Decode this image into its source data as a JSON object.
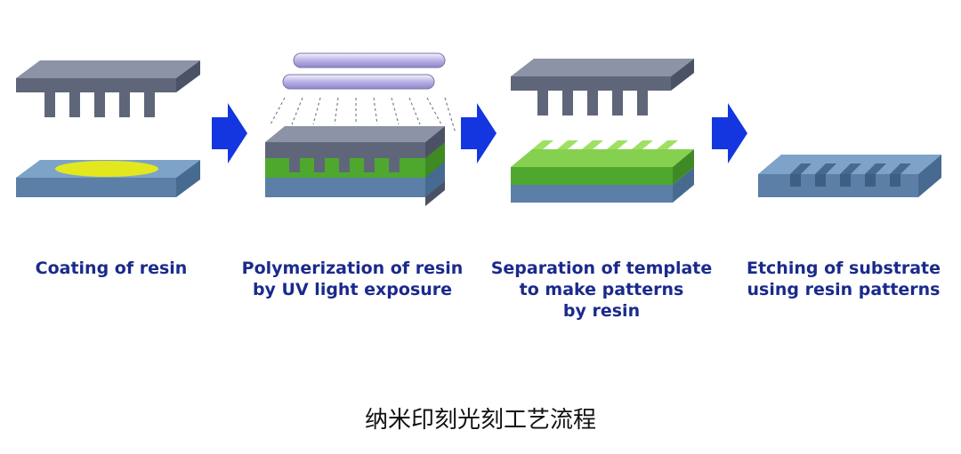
{
  "steps": [
    {
      "label": "Coating of resin"
    },
    {
      "label": "Polymerization of resin\nby UV light exposure"
    },
    {
      "label": "Separation of template\nto make patterns\nby resin"
    },
    {
      "label": "Etching of substrate\nusing resin patterns"
    }
  ],
  "caption": "纳米印刻光刻工艺流程",
  "colors": {
    "mold_top": "#8c93a6",
    "mold_front": "#5f667a",
    "mold_side": "#4b5266",
    "substrate_top": "#7ea3c8",
    "substrate_front": "#5b7fa6",
    "resin_top": "#86d04f",
    "resin_front": "#4fa82e",
    "resin_blob": "#e3e81e",
    "arrow": "#1436e0",
    "label_text": "#1a2a8c"
  }
}
